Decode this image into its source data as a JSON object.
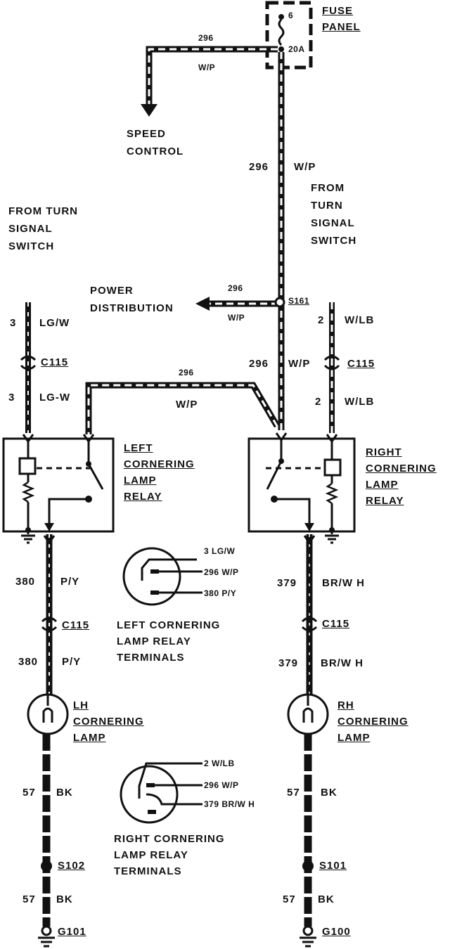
{
  "fuse_panel": {
    "label": "FUSE\nPANEL",
    "fuse_number": "6",
    "fuse_rating": "20A"
  },
  "speed_control": {
    "circuit": "296",
    "color": "W/P",
    "label": "SPEED\nCONTROL"
  },
  "main_feed": {
    "circuit": "296",
    "color": "W/P"
  },
  "from_turn_signal_left": "FROM TURN\nSIGNAL\nSWITCH",
  "from_turn_signal_right": "FROM\nTURN\nSIGNAL\nSWITCH",
  "power_distribution": {
    "label": "POWER\nDISTRIBUTION",
    "circuit": "296",
    "color": "W/P",
    "splice": "S161"
  },
  "left_input": {
    "circuit_top": "3",
    "color_top": "LG/W",
    "connector": "C115",
    "circuit_bottom": "3",
    "color_bottom": "LG-W"
  },
  "right_input": {
    "circuit_top": "2",
    "color_top": "W/LB",
    "connector": "C115",
    "circuit_bottom": "2",
    "color_bottom": "W/LB"
  },
  "lower_feed": {
    "circuit": "296",
    "color": "W/P",
    "cross_circuit": "296",
    "cross_color": "W/P"
  },
  "left_relay": {
    "label": "LEFT\nCORNERING\nLAMP\nRELAY"
  },
  "right_relay": {
    "label": "RIGHT\nCORNERING\nLAMP\nRELAY"
  },
  "left_output": {
    "circuit_top": "380",
    "color_top": "P/Y",
    "connector": "C115",
    "circuit_bottom": "380",
    "color_bottom": "P/Y"
  },
  "right_output": {
    "circuit_top": "379",
    "color_top": "BR/W H",
    "connector": "C115",
    "circuit_bottom": "379",
    "color_bottom": "BR/W H"
  },
  "left_terminals": {
    "t1": "3 LG/W",
    "t2": "296 W/P",
    "t3": "380 P/Y",
    "title": "LEFT CORNERING\nLAMP RELAY\nTERMINALS"
  },
  "right_terminals": {
    "t1": "2 W/LB",
    "t2": "296 W/P",
    "t3": "379 BR/W H",
    "title": "RIGHT CORNERING\nLAMP RELAY\nTERMINALS"
  },
  "lh_lamp": {
    "label": "LH\nCORNERING\nLAMP"
  },
  "rh_lamp": {
    "label": "RH\nCORNERING\nLAMP"
  },
  "left_ground": {
    "circuit_top": "57",
    "color_top": "BK",
    "splice": "S102",
    "circuit_bottom": "57",
    "color_bottom": "BK",
    "ground": "G101"
  },
  "right_ground": {
    "circuit_top": "57",
    "color_top": "BK",
    "splice": "S101",
    "circuit_bottom": "57",
    "color_bottom": "BK",
    "ground": "G100"
  }
}
